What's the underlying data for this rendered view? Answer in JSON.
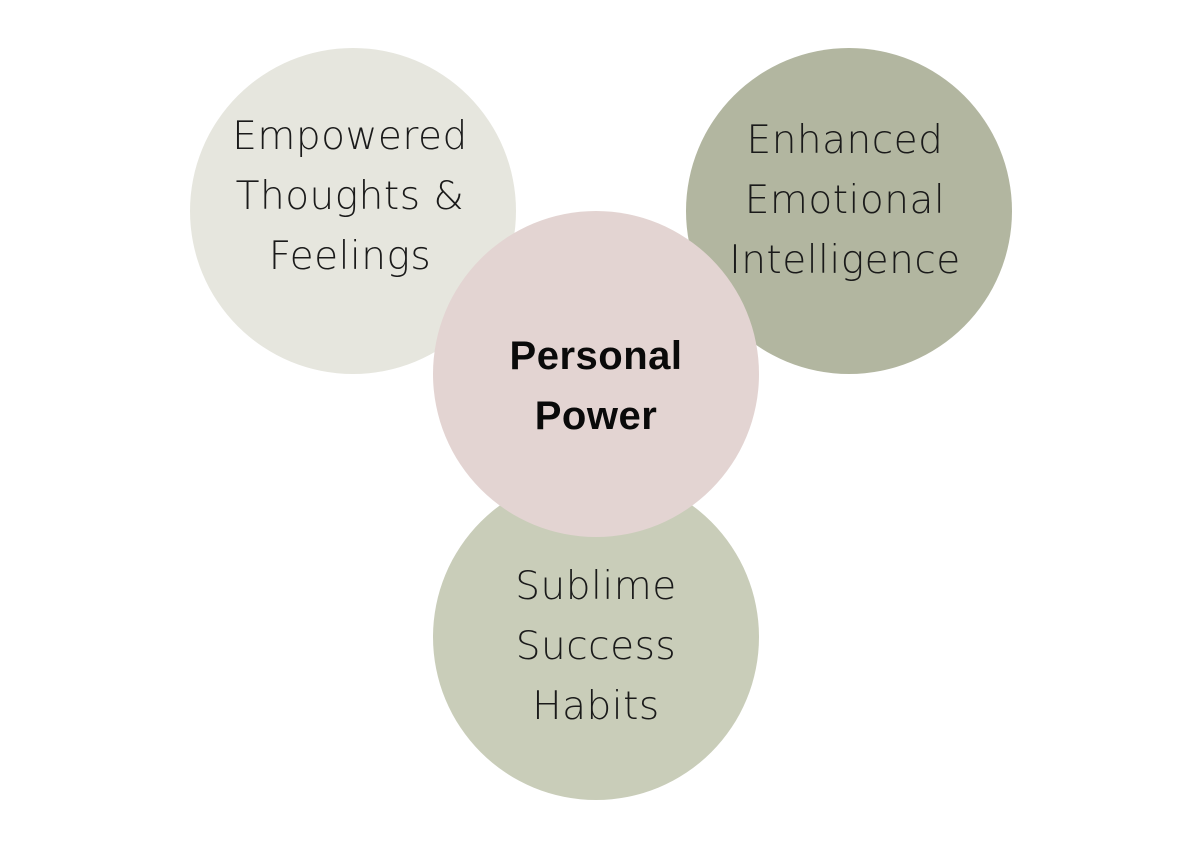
{
  "diagram": {
    "center": {
      "lines": [
        "Personal",
        "Power"
      ],
      "color": "#e3d4d2"
    },
    "top_left": {
      "lines": [
        "Empowered",
        "Thoughts &",
        "Feelings"
      ],
      "color": "#e6e6de"
    },
    "top_right": {
      "lines": [
        "Enhanced",
        "Emotional",
        "Intelligence"
      ],
      "color": "#b2b6a0"
    },
    "bottom": {
      "lines": [
        "Sublime",
        "Success",
        "Habits"
      ],
      "color": "#c9cdb9"
    }
  }
}
